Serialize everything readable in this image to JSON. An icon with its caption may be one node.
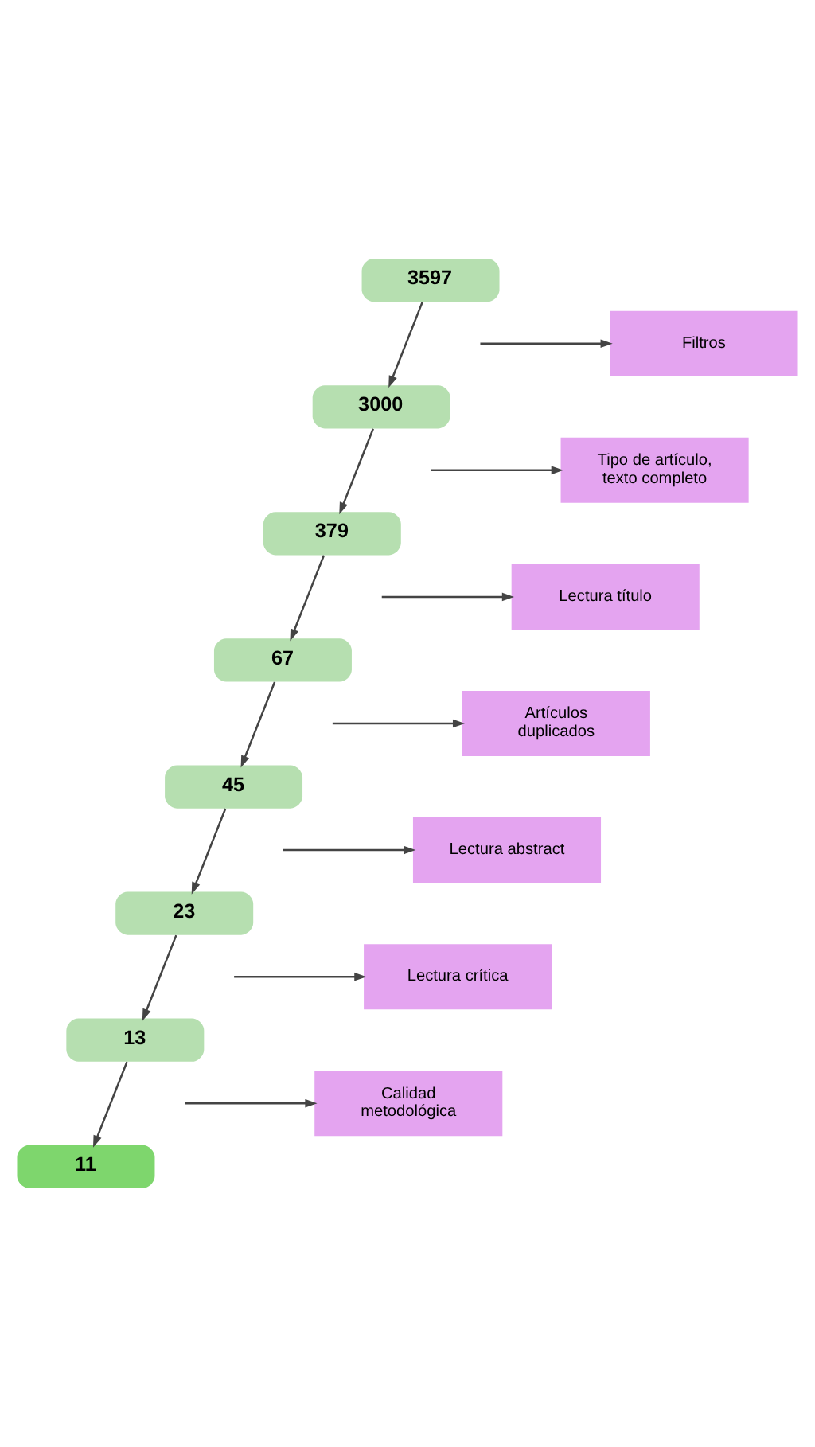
{
  "diagram": {
    "nodes": [
      {
        "text": [
          "3597"
        ]
      },
      {
        "text": [
          "3000"
        ]
      },
      {
        "text": [
          "379"
        ]
      },
      {
        "text": [
          "67"
        ]
      },
      {
        "text": [
          "45"
        ]
      },
      {
        "text": [
          "23"
        ]
      },
      {
        "text": [
          "13"
        ]
      },
      {
        "text": [
          "11"
        ]
      },
      {
        "text": [
          "Filtros"
        ]
      },
      {
        "text": [
          "Tipo de artículo, texto completo"
        ]
      },
      {
        "text": [
          "Lectura título"
        ]
      },
      {
        "text": [
          "Artículos duplicados"
        ]
      },
      {
        "text": [
          "Lectura abstract"
        ]
      },
      {
        "text": [
          "Lectura crítica"
        ]
      },
      {
        "text": [
          "Calidad metodológica"
        ]
      }
    ],
    "edges": [
      {
        "from": 0,
        "to": 1,
        "arrow": "to"
      },
      {
        "from": 1,
        "to": 2,
        "arrow": "to"
      },
      {
        "from": 2,
        "to": 3,
        "arrow": "to"
      },
      {
        "from": 3,
        "to": 4,
        "arrow": "to"
      },
      {
        "from": 4,
        "to": 5,
        "arrow": "to"
      },
      {
        "from": 5,
        "to": 6,
        "arrow": "to"
      },
      {
        "from": 6,
        "to": 7,
        "arrow": "to"
      },
      {
        "from": null,
        "to": 8,
        "arrow": "to"
      },
      {
        "from": null,
        "to": 9,
        "arrow": "to"
      },
      {
        "from": null,
        "to": 10,
        "arrow": "to"
      },
      {
        "from": null,
        "to": 11,
        "arrow": "to"
      },
      {
        "from": null,
        "to": 12,
        "arrow": "to"
      },
      {
        "from": null,
        "to": 13,
        "arrow": "to"
      },
      {
        "from": null,
        "to": 14,
        "arrow": "to"
      }
    ]
  }
}
